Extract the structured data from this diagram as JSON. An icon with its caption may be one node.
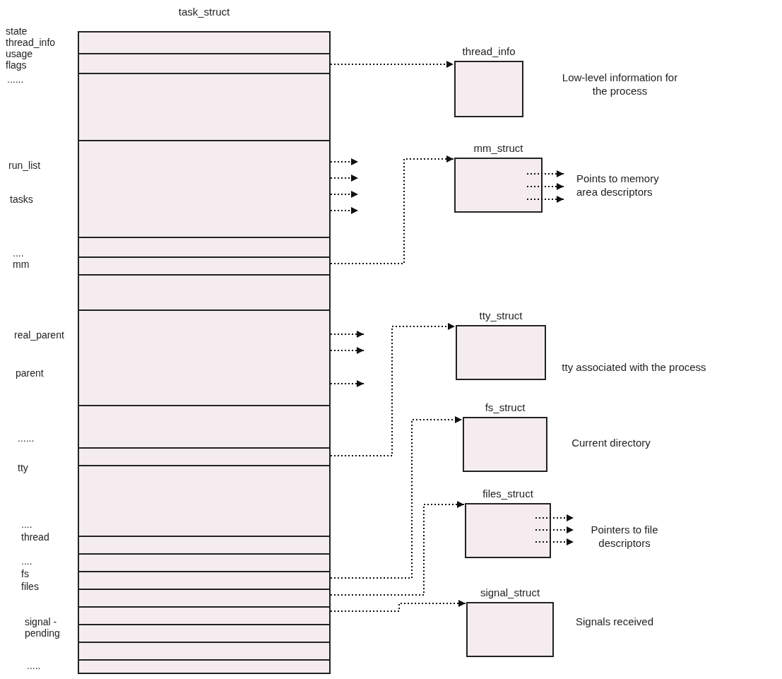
{
  "diagram": {
    "nodes": [
      {
        "text": [
          "task_struct"
        ]
      },
      {
        "text": [
          "thread_info"
        ],
        "beside": [
          "Low-level information for the process"
        ]
      },
      {
        "text": [
          "mm_struct"
        ],
        "beside": [
          "Points to memory area descriptors"
        ]
      },
      {
        "text": [
          "tty_struct"
        ],
        "beside": [
          "tty associated with the process"
        ]
      },
      {
        "text": [
          "fs_struct"
        ],
        "beside": [
          "Current directory"
        ]
      },
      {
        "text": [
          "files_struct"
        ],
        "beside": [
          "Pointers to file descriptors"
        ]
      },
      {
        "text": [
          "signal_struct"
        ],
        "beside": [
          "Signals received"
        ]
      }
    ],
    "edges": [
      {
        "from": 0,
        "to": 1,
        "arrow": "to"
      },
      {
        "from": 0,
        "to": null,
        "arrow": "to"
      },
      {
        "from": 0,
        "to": null,
        "arrow": "to"
      },
      {
        "from": 0,
        "to": null,
        "arrow": "to"
      },
      {
        "from": 0,
        "to": null,
        "arrow": "to"
      },
      {
        "from": 0,
        "to": 2,
        "arrow": "to"
      },
      {
        "from": 0,
        "to": null,
        "arrow": "to"
      },
      {
        "from": 0,
        "to": null,
        "arrow": "to"
      },
      {
        "from": 0,
        "to": null,
        "arrow": "to"
      },
      {
        "from": 0,
        "to": 3,
        "arrow": "to"
      },
      {
        "from": 0,
        "to": 4,
        "arrow": "to"
      },
      {
        "from": 0,
        "to": 5,
        "arrow": "to"
      },
      {
        "from": 0,
        "to": 6,
        "arrow": "to"
      },
      {
        "from": 2,
        "to": null,
        "arrow": "to"
      },
      {
        "from": 2,
        "to": null,
        "arrow": "to"
      },
      {
        "from": 2,
        "to": null,
        "arrow": "to"
      },
      {
        "from": 5,
        "to": null,
        "arrow": "to"
      },
      {
        "from": 5,
        "to": null,
        "arrow": "to"
      },
      {
        "from": 5,
        "to": null,
        "arrow": "to"
      }
    ],
    "labels": [
      "state",
      "thread_info",
      "usage",
      "flags",
      "......",
      "run_list",
      "tasks",
      "....",
      "mm",
      "real_parent",
      "parent",
      "......",
      "tty",
      "....",
      "thread",
      "....",
      "fs",
      "files",
      "signal - pending",
      "....."
    ]
  }
}
